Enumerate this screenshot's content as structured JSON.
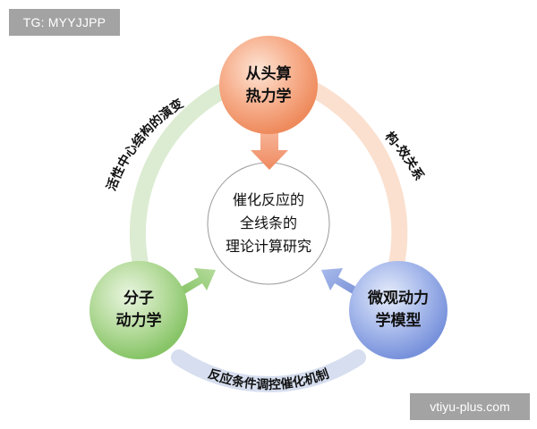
{
  "watermarks": {
    "tag": "TG: MYYJJPP",
    "site": "vtiyu-plus.com"
  },
  "diagram": {
    "center": {
      "lines": [
        "催化反应的",
        "全线条的",
        "理论计算研究"
      ]
    },
    "nodes": {
      "top": {
        "lines": [
          "从头算",
          "热力学"
        ],
        "color": "#f08a5d"
      },
      "left": {
        "lines": [
          "分子",
          "动力学"
        ],
        "color": "#6fbf4a"
      },
      "right": {
        "lines": [
          "微观动力",
          "学模型"
        ],
        "color": "#6a86d6"
      }
    },
    "arc_labels": {
      "left": "活性中心结构的演变",
      "right": "构-效关系",
      "bottom": "反应条件调控催化机制"
    },
    "colors": {
      "ring_green": "#dcecd2",
      "ring_orange": "#fbe0cf",
      "ring_blue": "#d6deef"
    }
  }
}
